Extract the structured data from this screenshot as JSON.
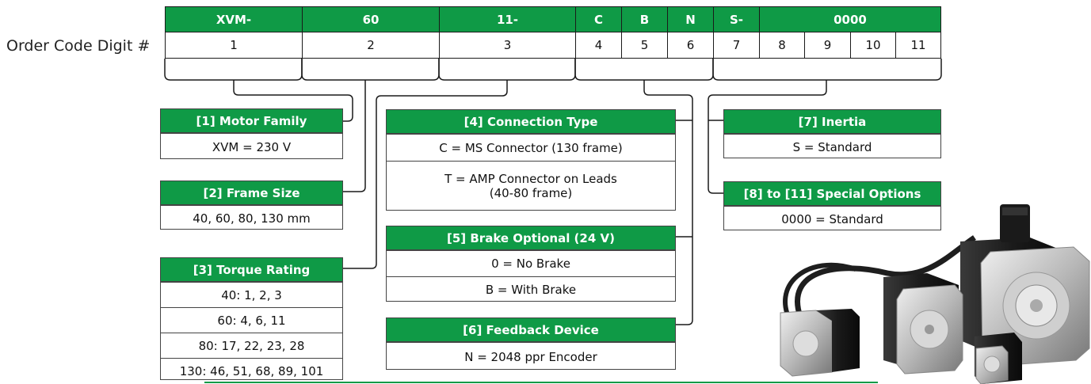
{
  "order_code": {
    "label": "Order Code Digit #",
    "segments": [
      "XVM-",
      "60",
      "11-",
      "C",
      "B",
      "N",
      "S-",
      "0000"
    ],
    "digits": [
      "1",
      "2",
      "3",
      "4",
      "5",
      "6",
      "7",
      "8",
      "9",
      "10",
      "11"
    ]
  },
  "boxes": {
    "motor_family": {
      "title": "[1] Motor Family",
      "rows": [
        "XVM = 230 V"
      ]
    },
    "frame_size": {
      "title": "[2] Frame Size",
      "rows": [
        "40, 60, 80, 130 mm"
      ]
    },
    "torque_rating": {
      "title": "[3] Torque Rating",
      "rows": [
        "40: 1, 2, 3",
        "60: 4, 6, 11",
        "80: 17, 22, 23, 28",
        "130: 46, 51, 68, 89, 101"
      ]
    },
    "connection_type": {
      "title": "[4] Connection Type",
      "rows": [
        "C = MS Connector (130 frame)",
        "T = AMP Connector on Leads\n(40-80 frame)"
      ]
    },
    "brake_optional": {
      "title": "[5] Brake Optional (24 V)",
      "rows": [
        "0 = No Brake",
        "B = With Brake"
      ]
    },
    "feedback_device": {
      "title": "[6] Feedback Device",
      "rows": [
        "N = 2048 ppr Encoder"
      ]
    },
    "inertia": {
      "title": "[7] Inertia",
      "rows": [
        "S = Standard"
      ]
    },
    "special_options": {
      "title": "[8] to [11] Special Options",
      "rows": [
        "0000 = Standard"
      ]
    }
  },
  "colors": {
    "accent": "#0f9a46",
    "line": "#1a1a1a"
  }
}
